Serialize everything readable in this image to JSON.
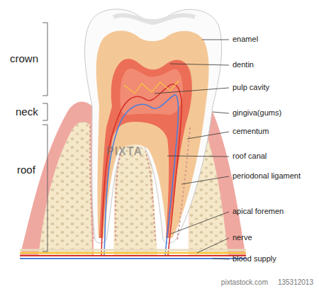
{
  "diagram": {
    "labels": [
      "crown",
      "neck",
      "roof",
      "enamel",
      "dentin",
      "pulp cavity",
      "gingiva(gums)",
      "cementum",
      "roof canal",
      "periodonal ligament",
      "apical foremen",
      "nerve",
      "blood supply",
      "PIXTA",
      "pixtastock.com",
      "135312013"
    ]
  }
}
